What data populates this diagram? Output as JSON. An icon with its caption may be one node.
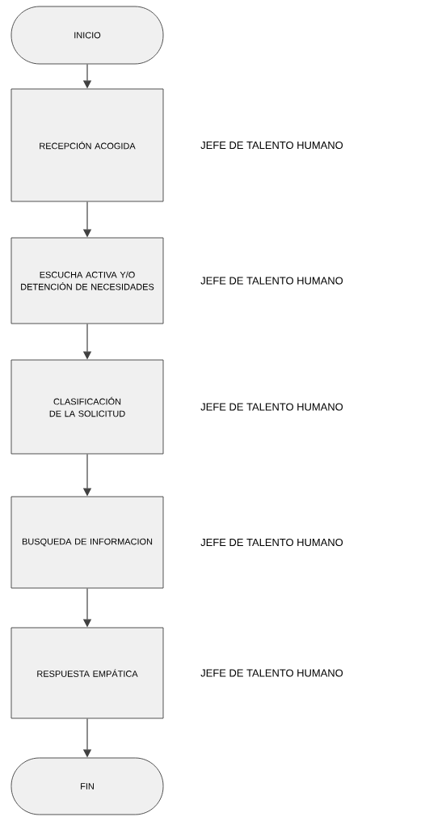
{
  "diagram": {
    "nodes": [
      {
        "text": [
          "INICIO"
        ]
      },
      {
        "text": [
          "RECEPCIÓN ACOGIDA"
        ],
        "beside": [
          "JEFE DE TALENTO HUMANO"
        ]
      },
      {
        "text": [
          "ESCUCHA ACTIVA Y/O DETENCIÓN DE NECESIDADES"
        ],
        "beside": [
          "JEFE DE TALENTO HUMANO"
        ]
      },
      {
        "text": [
          "CLASIFICACIÓN DE LA SOLICITUD"
        ],
        "beside": [
          "JEFE DE TALENTO HUMANO"
        ]
      },
      {
        "text": [
          "BUSQUEDA DE INFORMACION"
        ],
        "beside": [
          "JEFE DE TALENTO HUMANO"
        ]
      },
      {
        "text": [
          "RESPUESTA EMPÁTICA"
        ],
        "beside": [
          "JEFE DE TALENTO HUMANO"
        ]
      },
      {
        "text": [
          "FIN"
        ]
      }
    ],
    "edges": [
      {
        "from": 0,
        "to": 1,
        "arrow": "to"
      },
      {
        "from": 1,
        "to": 2,
        "arrow": "to"
      },
      {
        "from": 2,
        "to": 3,
        "arrow": "to"
      },
      {
        "from": 3,
        "to": 4,
        "arrow": "to"
      },
      {
        "from": 4,
        "to": 5,
        "arrow": "to"
      },
      {
        "from": 5,
        "to": 6,
        "arrow": "to"
      }
    ]
  }
}
